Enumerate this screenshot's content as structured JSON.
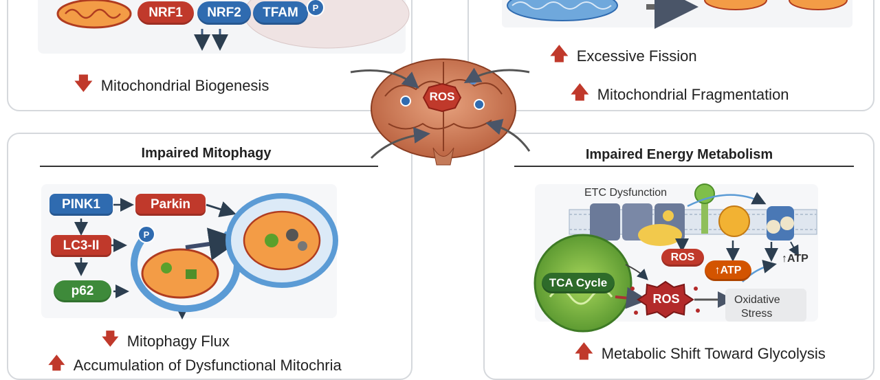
{
  "top_left": {
    "badges": {
      "nrf1": "NRF1",
      "nrf2": "NRF2",
      "tfam": "TFAM",
      "p": "P"
    },
    "outcome": {
      "arrow": "down",
      "text": "Mitochondrial Biogenesis"
    }
  },
  "top_right": {
    "outcomes": [
      {
        "arrow": "up",
        "text": "Excessive Fission"
      },
      {
        "arrow": "up",
        "text": "Mitochondrial Fragmentation"
      }
    ]
  },
  "center": {
    "ros_label": "ROS"
  },
  "mitophagy": {
    "title": "Impaired Mitophagy",
    "nodes": {
      "pink1": "PINK1",
      "parkin": "Parkin",
      "lc3": "LC3-II",
      "p62": "p62",
      "p": "P"
    },
    "outcomes": [
      {
        "arrow": "down",
        "text": "Mitophagy Flux"
      },
      {
        "arrow": "up",
        "text": "Accumulation of Dysfunctional Mitochria"
      }
    ]
  },
  "energy": {
    "title": "Impaired Energy Metabolism",
    "labels": {
      "etc": "ETC Dysfunction",
      "ros_small": "ROS",
      "atp1": "↑ATP",
      "atp2": "↑ATP",
      "tca": "TCA Cycle",
      "ros_big": "ROS",
      "oxidative": "Oxidative",
      "stress": "Stress"
    },
    "outcome": {
      "arrow": "up",
      "text": "Metabolic Shift Toward Glycolysis"
    }
  },
  "colors": {
    "red_badge": "#c0392b",
    "blue_badge": "#2f6bb0",
    "green_badge": "#3e8a3a",
    "arrow_red": "#c0392b",
    "arrow_gray": "#4a5568"
  }
}
